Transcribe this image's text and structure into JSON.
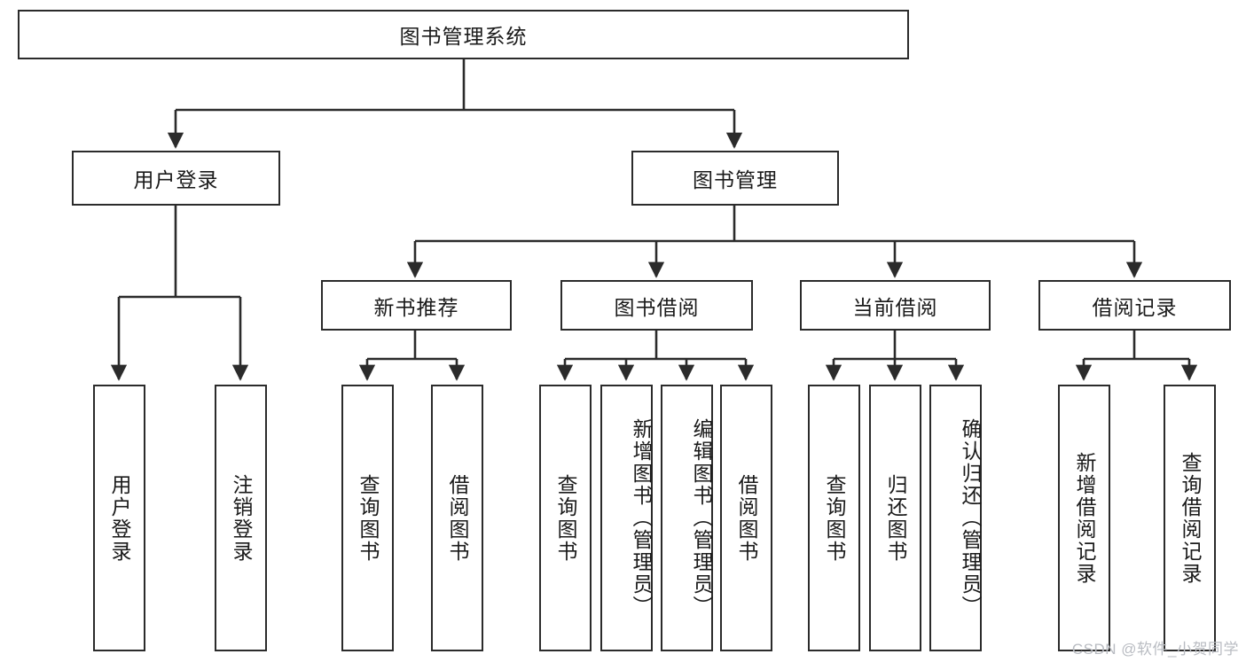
{
  "diagram": {
    "title": "图书管理系统",
    "type": "tree-hierarchy",
    "root": {
      "label": "图书管理系统"
    },
    "level2": [
      {
        "label": "用户登录"
      },
      {
        "label": "图书管理"
      }
    ],
    "level3": [
      {
        "label": "新书推荐"
      },
      {
        "label": "图书借阅"
      },
      {
        "label": "当前借阅"
      },
      {
        "label": "借阅记录"
      }
    ],
    "leaves": [
      {
        "label": "用户登录",
        "parent": "用户登录"
      },
      {
        "label": "注销登录",
        "parent": "用户登录"
      },
      {
        "label": "查询图书",
        "parent": "新书推荐"
      },
      {
        "label": "借阅图书",
        "parent": "新书推荐"
      },
      {
        "label": "查询图书",
        "parent": "图书借阅"
      },
      {
        "label": "新增图书（管理员）",
        "parent": "图书借阅"
      },
      {
        "label": "编辑图书（管理员）",
        "parent": "图书借阅"
      },
      {
        "label": "借阅图书",
        "parent": "图书借阅"
      },
      {
        "label": "查询图书",
        "parent": "当前借阅"
      },
      {
        "label": "归还图书",
        "parent": "当前借阅"
      },
      {
        "label": "确认归还（管理员）",
        "parent": "当前借阅"
      },
      {
        "label": "新增借阅记录",
        "parent": "借阅记录"
      },
      {
        "label": "查询借阅记录",
        "parent": "借阅记录"
      }
    ]
  },
  "watermark": {
    "text": "CSDN @软件_小贺同学"
  },
  "colors": {
    "stroke": "#2b2b2b",
    "background": "#ffffff",
    "text": "#1a1a1a",
    "watermark": "#b9bcc2"
  }
}
